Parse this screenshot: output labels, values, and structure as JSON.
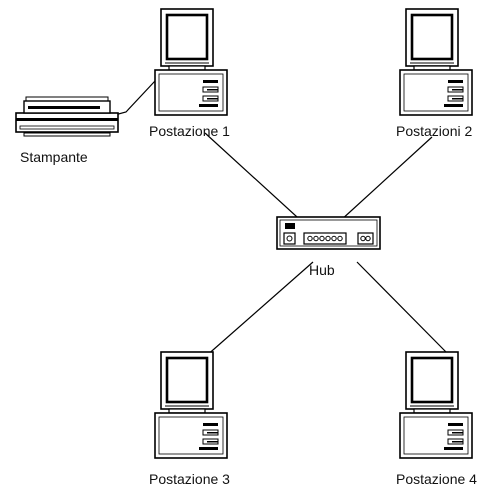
{
  "diagram": {
    "nodes": {
      "printer_label": "Stampante",
      "pc1_label": "Postazione 1",
      "pc2_label": "Postazioni 2",
      "hub_label": "Hub",
      "pc3_label": "Postazione 3",
      "pc4_label": "Postazione 4"
    },
    "icons": {
      "printer": "printer-icon",
      "computer": "desktop-computer-icon",
      "hub": "network-hub-icon"
    },
    "colors": {
      "line": "#000000",
      "background": "#ffffff"
    }
  }
}
